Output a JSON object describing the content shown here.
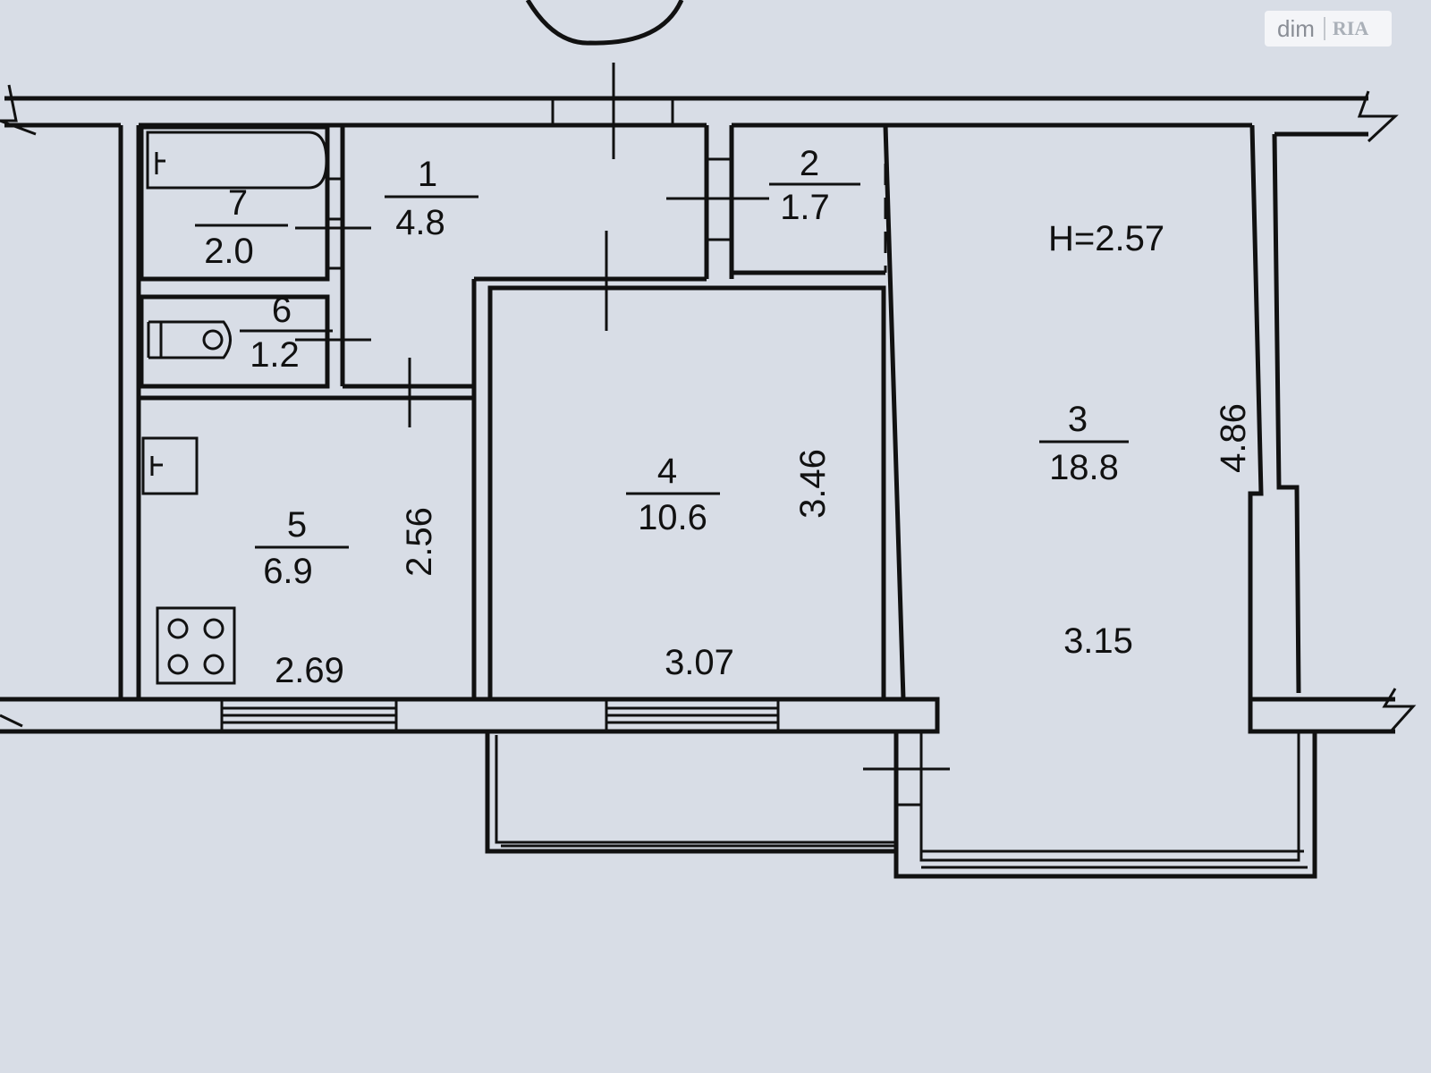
{
  "plan": {
    "ceiling_height": "H=2.57",
    "rooms": [
      {
        "number": "1",
        "area": "4.8"
      },
      {
        "number": "2",
        "area": "1.7"
      },
      {
        "number": "3",
        "area": "18.8"
      },
      {
        "number": "4",
        "area": "10.6"
      },
      {
        "number": "5",
        "area": "6.9"
      },
      {
        "number": "6",
        "area": "1.2"
      },
      {
        "number": "7",
        "area": "2.0"
      }
    ],
    "dimensions": {
      "kitchen_width": "2.69",
      "kitchen_depth": "2.56",
      "room4_width": "3.07",
      "room4_depth": "3.46",
      "room3_width": "3.15",
      "room3_depth": "4.86"
    }
  },
  "watermark": {
    "brand": "dim",
    "mark": "RIA"
  },
  "colors": {
    "paper": "#d8dde6",
    "line": "#111111"
  }
}
